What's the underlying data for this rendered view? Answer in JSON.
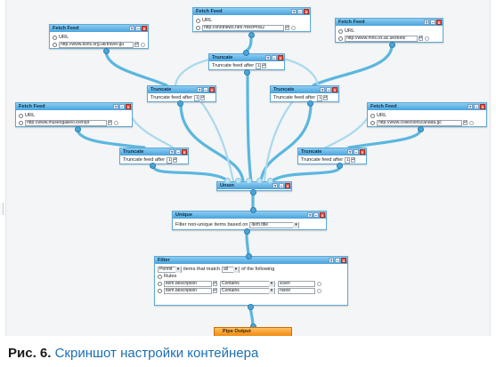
{
  "fetch_feeds": [
    {
      "title": "Fetch Feed",
      "url_label": "URL",
      "url_value": "http://www.bshs.org.uk/travel-gu"
    },
    {
      "title": "Fetch Feed",
      "url_label": "URL",
      "url_value": "http://shotnews.net/?feed=rss2"
    },
    {
      "title": "Fetch Feed",
      "url_label": "URL",
      "url_value": "http://www.mhs.ox.ac.uk/feed/"
    },
    {
      "title": "Fetch Feed",
      "url_label": "URL",
      "url_value": "http://www.museogalileo.it/en/pr"
    },
    {
      "title": "Fetch Feed",
      "url_label": "URL",
      "url_value": "http://www.collectionscanada.gc"
    }
  ],
  "truncates": [
    {
      "title": "Truncate",
      "label": "Truncate feed after",
      "value": "1"
    },
    {
      "title": "Truncate",
      "label": "Truncate feed after",
      "value": "1"
    },
    {
      "title": "Truncate",
      "label": "Truncate feed after",
      "value": "1"
    },
    {
      "title": "Truncate",
      "label": "Truncate feed after",
      "value": "1"
    },
    {
      "title": "Truncate",
      "label": "Truncate feed after",
      "value": "1"
    }
  ],
  "union": {
    "title": "Union"
  },
  "unique": {
    "title": "Unique",
    "label": "Filter non-unique items based on",
    "field": "item.title"
  },
  "filter": {
    "title": "Filter",
    "mode": "Permit",
    "match_text": "items that match",
    "match_mode": "all",
    "following_text": "of the following",
    "rules_label": "Rules",
    "rules": [
      {
        "field": "item.description",
        "op": "Contains",
        "value": "scien"
      },
      {
        "field": "item.description",
        "op": "Contains",
        "value": "histor"
      }
    ]
  },
  "pipe_output": {
    "title": "Pipe Output"
  },
  "module_buttons": {
    "help": "?",
    "min": "–",
    "close": "x"
  },
  "caption": {
    "lead": "Рис. 6.",
    "text": "Скриншот настройки контейнера"
  },
  "colors": {
    "wire": "#5ab7df",
    "header": "#49a3dc",
    "caption_text": "#1c6fb6",
    "output": "#f08a12"
  }
}
